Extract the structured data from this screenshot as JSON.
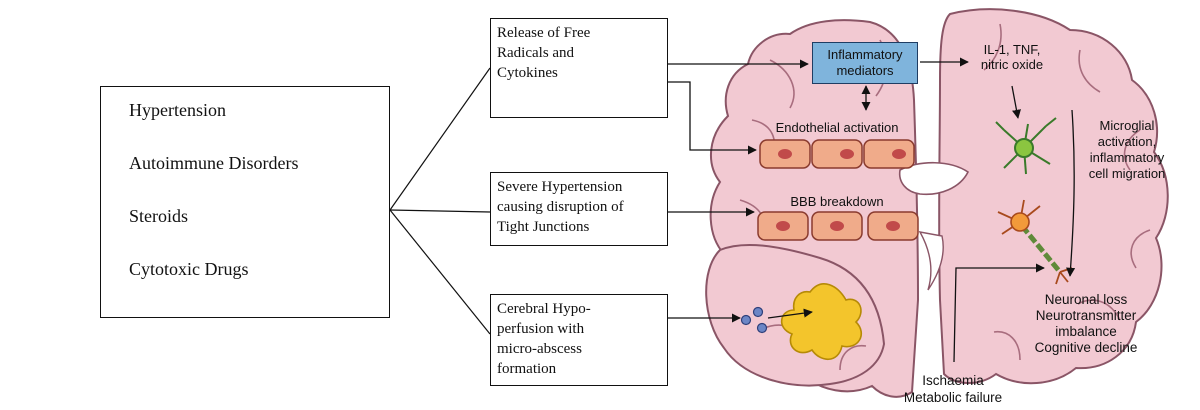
{
  "risk_factors": [
    "Hypertension",
    "Autoimmune Disorders",
    "Steroids",
    "Cytotoxic Drugs"
  ],
  "mechanisms": [
    {
      "lines": [
        "Release of Free",
        "Radicals and",
        "Cytokines"
      ]
    },
    {
      "lines": [
        "Severe Hypertension",
        "causing disruption of",
        "Tight Junctions"
      ]
    },
    {
      "lines": [
        "Cerebral Hypo-",
        "perfusion with",
        "micro-abscess",
        "formation"
      ]
    }
  ],
  "brain_labels": {
    "inflammatory": [
      "Inflammatory",
      "mediators"
    ],
    "cytokines": [
      "IL-1, TNF,",
      "nitric oxide"
    ],
    "endothelial": "Endothelial activation",
    "bbb": "BBB breakdown",
    "microglial": [
      "Microglial",
      "activation,",
      "inflammatory",
      "cell migration"
    ],
    "outcome": [
      "Neuronal loss",
      "Neurotransmitter",
      "imbalance",
      "Cognitive decline"
    ],
    "ischaemia": [
      "Ischaemia",
      "Metabolic failure"
    ]
  },
  "colors": {
    "brain_fill": "#f2c9d2",
    "brain_outline": "#8a5566",
    "cell_fill": "#f0ab8a",
    "nucleus": "#c14a4a",
    "mediator_box": "#7fb4dc",
    "abscess": "#f3c52c"
  }
}
